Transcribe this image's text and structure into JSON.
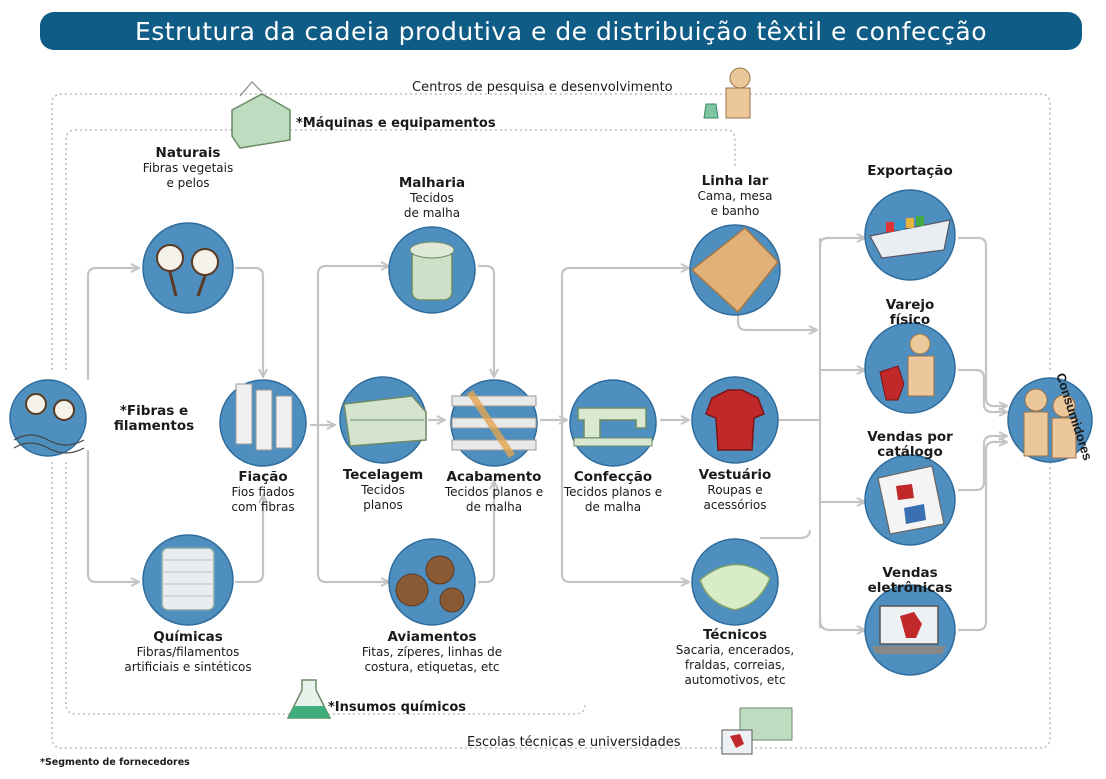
{
  "title": "Estrutura da cadeia produtiva e de distribuição têxtil e confecção",
  "top_labels": {
    "research": "Centros de pesquisa e desenvolvimento",
    "machines": "*Máquinas e equipamentos"
  },
  "bottom_labels": {
    "chemicals": "*Insumos químicos",
    "schools": "Escolas técnicas e universidades"
  },
  "footnote": "*Segmento de fornecedores",
  "nodes": {
    "fibras": {
      "title": "*Fibras e",
      "title2": "filamentos"
    },
    "naturais": {
      "title": "Naturais",
      "sub1": "Fibras vegetais",
      "sub2": "e pelos"
    },
    "quimicas": {
      "title": "Químicas",
      "sub1": "Fibras/filamentos",
      "sub2": "artificiais e sintéticos"
    },
    "fiacao": {
      "title": "Fiação",
      "sub1": "Fios fiados",
      "sub2": "com fibras"
    },
    "malharia": {
      "title": "Malharia",
      "sub1": "Tecidos",
      "sub2": "de malha"
    },
    "tecelagem": {
      "title": "Tecelagem",
      "sub1": "Tecidos",
      "sub2": "planos"
    },
    "aviamentos": {
      "title": "Aviamentos",
      "sub1": "Fitas, zíperes, linhas de",
      "sub2": "costura, etiquetas, etc"
    },
    "acabamento": {
      "title": "Acabamento",
      "sub1": "Tecidos planos e",
      "sub2": "de malha"
    },
    "confeccao": {
      "title": "Confecção",
      "sub1": "Tecidos planos e",
      "sub2": "de malha"
    },
    "linhalar": {
      "title": "Linha lar",
      "sub1": "Cama, mesa",
      "sub2": "e banho"
    },
    "vestuario": {
      "title": "Vestuário",
      "sub1": "Roupas e",
      "sub2": "acessórios"
    },
    "tecnicos": {
      "title": "Técnicos",
      "sub1": "Sacaria, encerados,",
      "sub2": "fraldas, correias,",
      "sub3": "automotivos, etc"
    },
    "exportacao": {
      "title": "Exportação"
    },
    "varejo": {
      "title": "Varejo",
      "title2": "físico"
    },
    "catalogo": {
      "title": "Vendas por",
      "title2": "catálogo"
    },
    "eletronicas": {
      "title": "Vendas",
      "title2": "eletrônicas"
    },
    "consumidores": {
      "title": "Consumidores"
    }
  },
  "colors": {
    "title_bar": "#0f5c87",
    "node_fill": "#4f8fc0",
    "arrow": "#c4c4c4",
    "dotted": "#bdbdbd"
  }
}
